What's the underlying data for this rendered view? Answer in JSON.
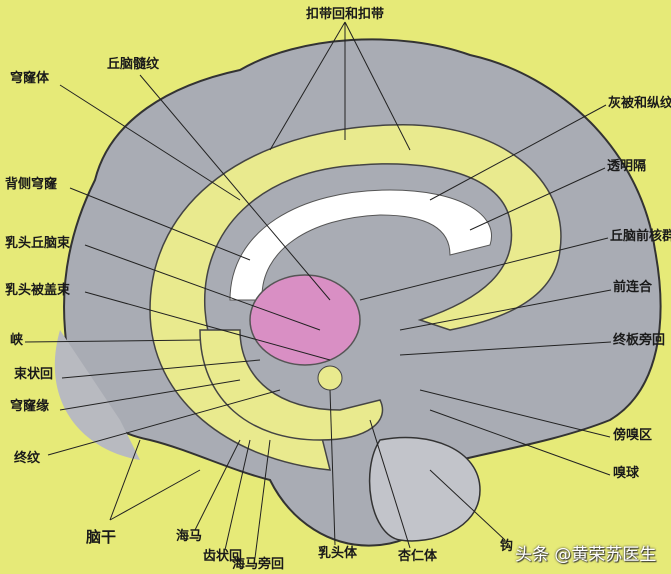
{
  "colors": {
    "background": "#e6ea78",
    "cortex": "#a9acb4",
    "limbic": "#e9ea8e",
    "thalamus": "#d98fc4"
  },
  "labels": {
    "cingulate": "扣带回和扣带",
    "fornix_body": "穹窿体",
    "stria_medullaris": "丘脑髓纹",
    "indusium": "灰被和纵纹",
    "dorsal_fornix": "背侧穹窿",
    "septum": "透明隔",
    "mammillothalamic": "乳头丘脑束",
    "anterior_thalamic": "丘脑前核群",
    "mammillotegmental": "乳头被盖束",
    "anterior_commissure": "前连合",
    "isthmus": "峡",
    "paraterminal": "终板旁回",
    "fasciolar": "束状回",
    "fornix_fimbria": "穹窿缘",
    "parolfactory": "傍嗅区",
    "stria_terminalis": "终纹",
    "olfactory_bulb": "嗅球",
    "brainstem": "脑干",
    "hippocampus": "海马",
    "dentate": "齿状回",
    "parahippocampal": "海马旁回",
    "mammillary": "乳头体",
    "amygdala": "杏仁体",
    "uncus": "钩"
  },
  "watermark": "头条 @黄荣苏医生"
}
